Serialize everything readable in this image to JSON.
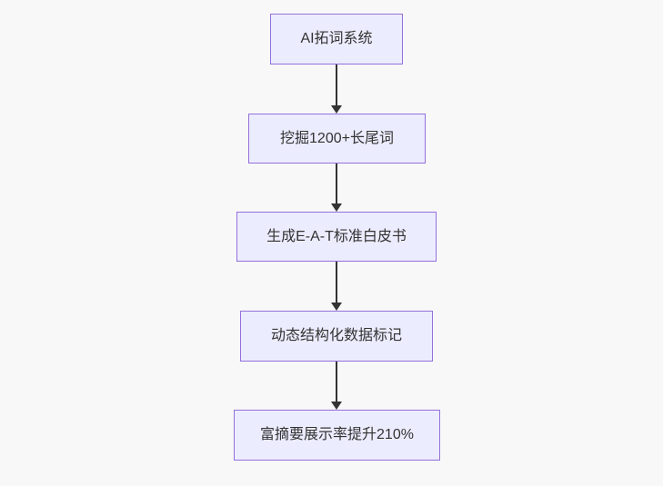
{
  "diagram": {
    "type": "flowchart",
    "direction": "top-down",
    "nodes": [
      {
        "id": "1",
        "label": "AI拓词系统"
      },
      {
        "id": "2",
        "label": "挖掘1200+长尾词"
      },
      {
        "id": "3",
        "label": "生成E-A-T标准白皮书"
      },
      {
        "id": "4",
        "label": "动态结构化数据标记"
      },
      {
        "id": "5",
        "label": "富摘要展示率提升210%"
      }
    ],
    "edges": [
      {
        "from": "1",
        "to": "2",
        "style": "arrow-down"
      },
      {
        "from": "2",
        "to": "3",
        "style": "arrow-down"
      },
      {
        "from": "3",
        "to": "4",
        "style": "arrow-down"
      },
      {
        "from": "4",
        "to": "5",
        "style": "arrow-down"
      }
    ],
    "colors": {
      "background": "#f8f8f8",
      "node_fill": "#ececff",
      "node_border": "#9370db",
      "edge": "#333333",
      "text": "#333333"
    }
  }
}
